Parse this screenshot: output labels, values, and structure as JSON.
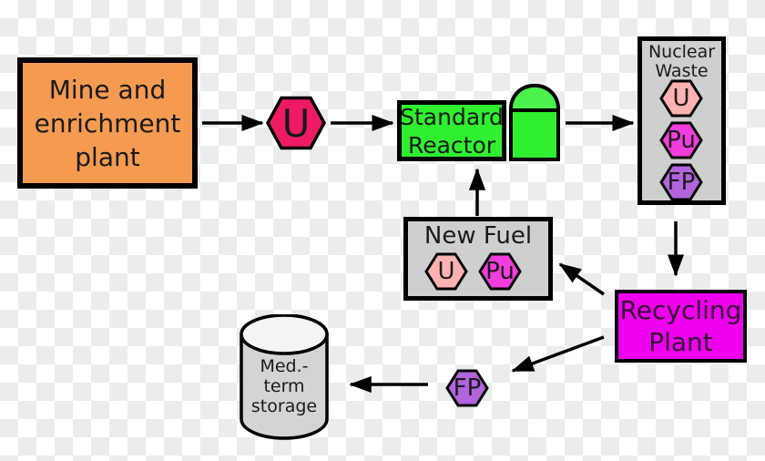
{
  "colors": {
    "checker": "#ececec",
    "outline": "#000000",
    "text": "#1a1a1a",
    "mine_orange": "#f59a51",
    "uranium_pink": "#ef1a66",
    "reactor_green": "#30ee30",
    "dome_green": "#4cf14c",
    "box_gray": "#cfcfcf",
    "uranium_light": "#ffb2b2",
    "plutonium_magenta": "#f23ddd",
    "fission_purple": "#b164dc",
    "recycling_magenta": "#ee00ee",
    "cylinder_gray": "#d4d4d4",
    "cylinder_top": "#f4f4f4"
  },
  "mine": {
    "label": "Mine and\nenrichment\nplant"
  },
  "u_hexagon": {
    "label": "U"
  },
  "reactor": {
    "label": "Standard\nReactor"
  },
  "nuclear_waste": {
    "title": "Nuclear\nWaste",
    "items": [
      {
        "label": "U"
      },
      {
        "label": "Pu"
      },
      {
        "label": "FP"
      }
    ]
  },
  "new_fuel": {
    "title": "New Fuel",
    "items": [
      {
        "label": "U"
      },
      {
        "label": "Pu"
      }
    ]
  },
  "recycling": {
    "label": "Recycling\nPlant"
  },
  "fp_hexagon": {
    "label": "FP"
  },
  "storage": {
    "label": "Med.-term\nstorage"
  }
}
